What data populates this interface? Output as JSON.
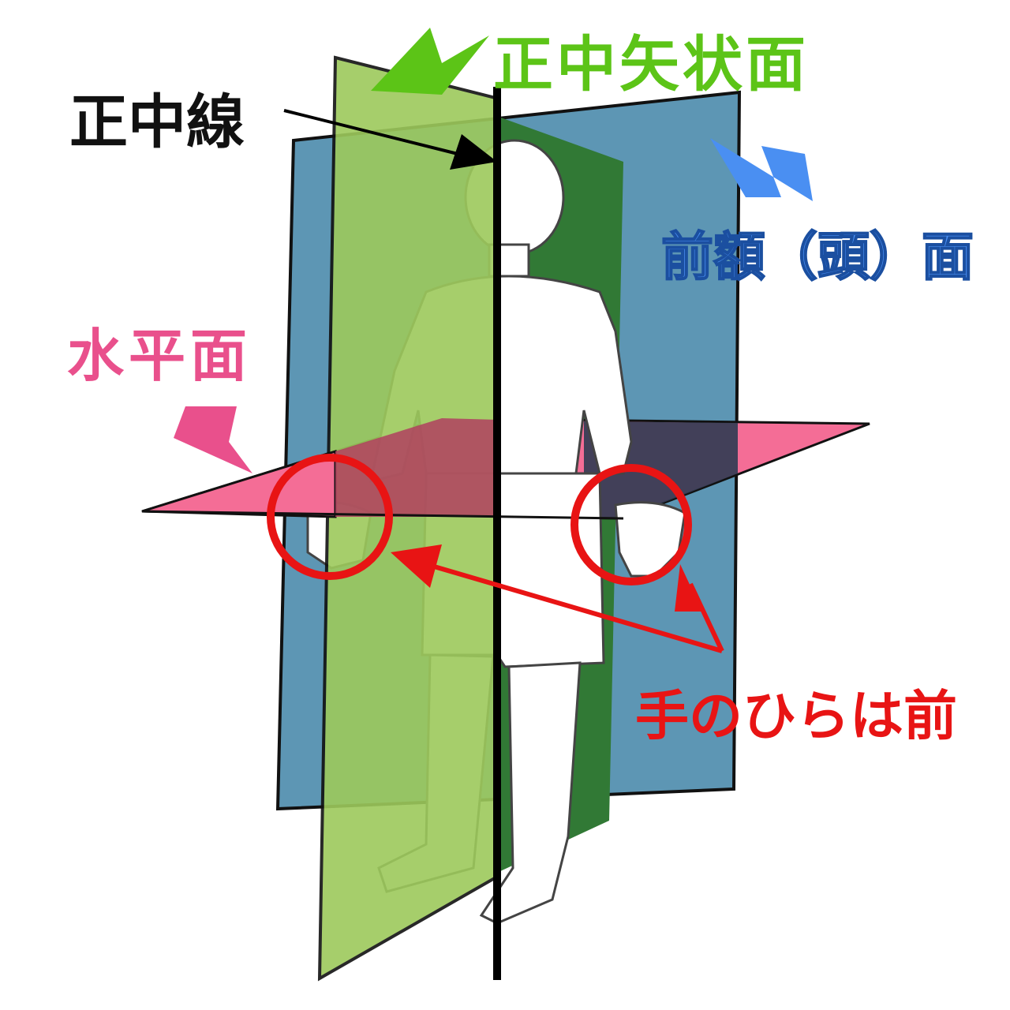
{
  "labels": {
    "sagittal": "正中矢状面",
    "midline": "正中線",
    "frontal": "前額（頭）面",
    "horizontal": "水平面",
    "palms": "手のひらは前"
  },
  "colors": {
    "sagittal": "#9dc95c",
    "sagittal_back": "#317935",
    "frontal": "#5d96b4",
    "horizontal": "#f46d96",
    "sagittal_label": "#5cc417",
    "frontal_label": "#4a8ff2",
    "horizontal_label": "#e9508c",
    "palms_label": "#e81414"
  }
}
